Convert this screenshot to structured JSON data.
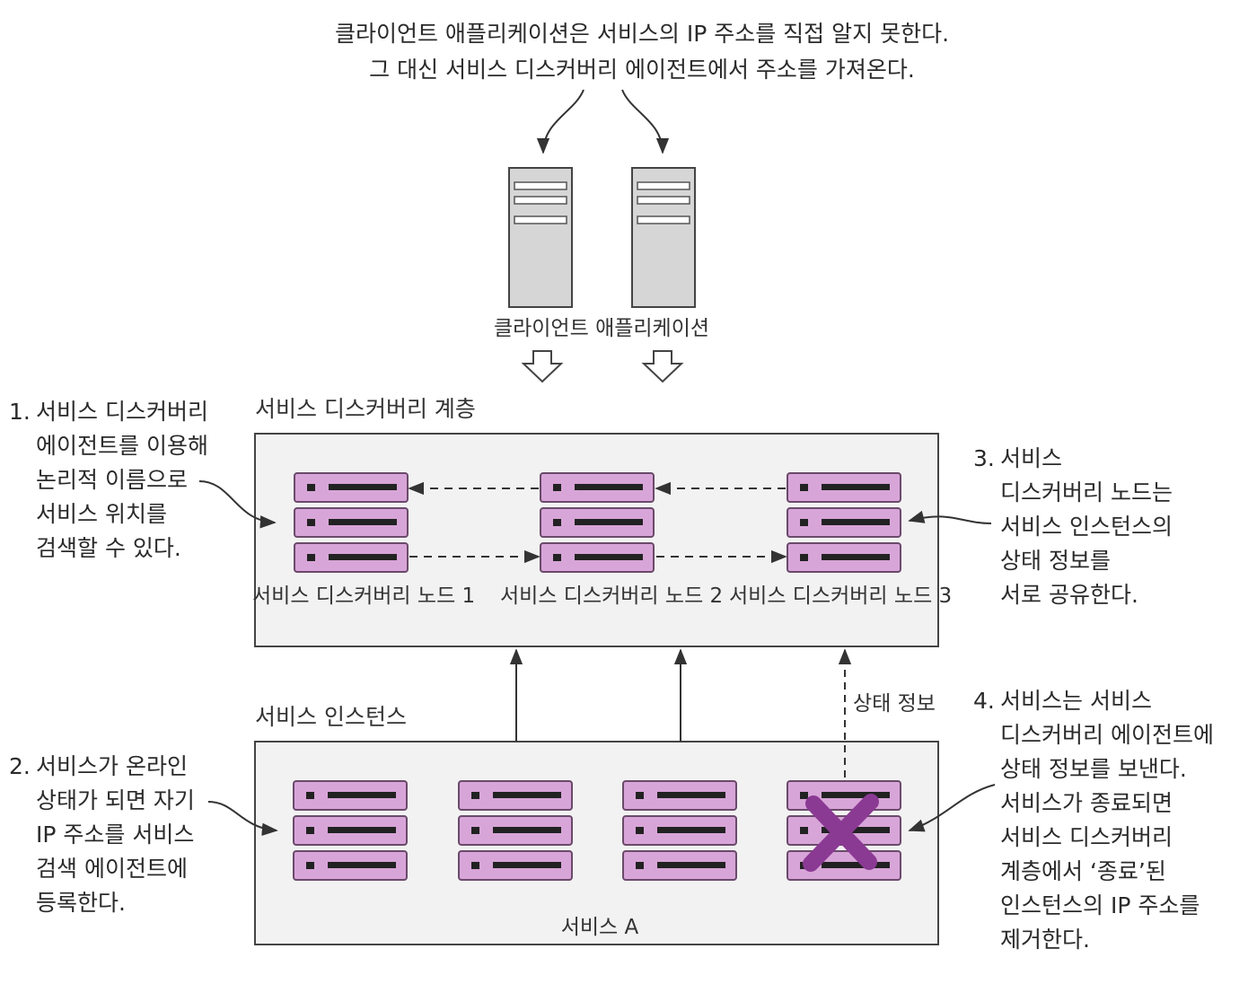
{
  "top_note": {
    "lines": [
      "클라이언트 애플리케이션은 서비스의 IP 주소를 직접 알지 못한다.",
      "그 대신 서비스 디스커버리 에이전트에서 주소를 가져온다."
    ]
  },
  "client": {
    "label": "클라이언트 애플리케이션"
  },
  "discovery_layer": {
    "title": "서비스 디스커버리 계층",
    "nodes": [
      {
        "line1": "서비스 디스커버리",
        "line2": "노드 1"
      },
      {
        "line1": "서비스 디스커버리",
        "line2": "노드 2"
      },
      {
        "line1": "서비스 디스커버리",
        "line2": "노드 3"
      }
    ]
  },
  "instances": {
    "title": "서비스 인스턴스",
    "service_label": "서비스 A",
    "status_label": "상태 정보"
  },
  "notes": {
    "n1": {
      "num": "1.",
      "lines": [
        "서비스 디스커버리",
        "에이전트를 이용해",
        "논리적 이름으로",
        "서비스 위치를",
        "검색할 수 있다."
      ]
    },
    "n2": {
      "num": "2.",
      "lines": [
        "서비스가 온라인",
        "상태가 되면 자기",
        "IP 주소를 서비스",
        "검색 에이전트에",
        "등록한다."
      ]
    },
    "n3": {
      "num": "3.",
      "lines": [
        "서비스",
        "디스커버리 노드는",
        "서비스 인스턴스의",
        "상태 정보를",
        "서로 공유한다."
      ]
    },
    "n4": {
      "num": "4.",
      "lines": [
        "서비스는 서비스",
        "디스커버리 에이전트에",
        "상태 정보를 보낸다.",
        "서비스가 종료되면",
        "서비스 디스커버리",
        "계층에서 ‘종료’된",
        "인스턴스의 IP 주소를",
        "제거한다."
      ]
    }
  },
  "colors": {
    "server_fill": "#d8a5d8",
    "server_stroke": "#6a4a6a",
    "panel_fill": "#f2f2f2",
    "cross": "#8b3a94",
    "tower_fill": "#d6d6d6"
  }
}
